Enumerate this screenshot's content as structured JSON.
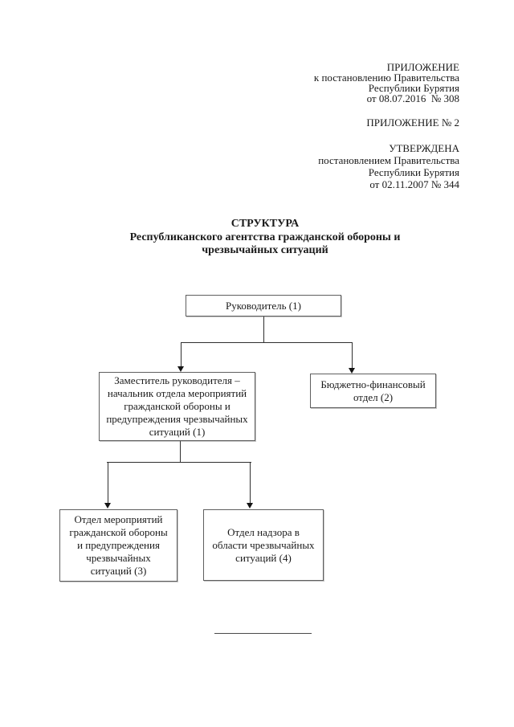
{
  "header": {
    "appendix_reference": "ПРИЛОЖЕНИЕ\nк постановлению Правительства\nРеспублики Бурятия\nот 08.07.2016  № 308",
    "appendix_number": "ПРИЛОЖЕНИЕ № 2",
    "approval": "УТВЕРЖДЕНА\nпостановлением Правительства\nРеспублики Бурятия\nот 02.11.2007 № 344"
  },
  "title": "СТРУКТУРА\nРеспубликанского агентства гражданской обороны и\nчрезвычайных ситуаций",
  "org_chart": {
    "type": "org-tree",
    "nodes": {
      "head": {
        "label": "Руководитель (1)",
        "reports_to": null
      },
      "deputy": {
        "label": "Заместитель руководителя –\nначальник отдела мероприятий\nгражданской обороны и\nпредупреждения чрезвычайных\nситуаций (1)",
        "reports_to": "head"
      },
      "budget": {
        "label": "Бюджетно-финансовый\nотдел (2)",
        "reports_to": "head"
      },
      "go_dept": {
        "label": "Отдел мероприятий\nгражданской обороны\nи предупреждения\nчрезвычайных\nситуаций (3)",
        "reports_to": "deputy"
      },
      "nadzor_dept": {
        "label": "Отдел надзора в\nобласти чрезвычайных\nситуаций (4)",
        "reports_to": "deputy"
      }
    }
  },
  "colors": {
    "page_background": "#ffffff",
    "text": "#1a1a1a",
    "box_border": "#5f5f5f",
    "connector_line": "#2f2f2f"
  }
}
